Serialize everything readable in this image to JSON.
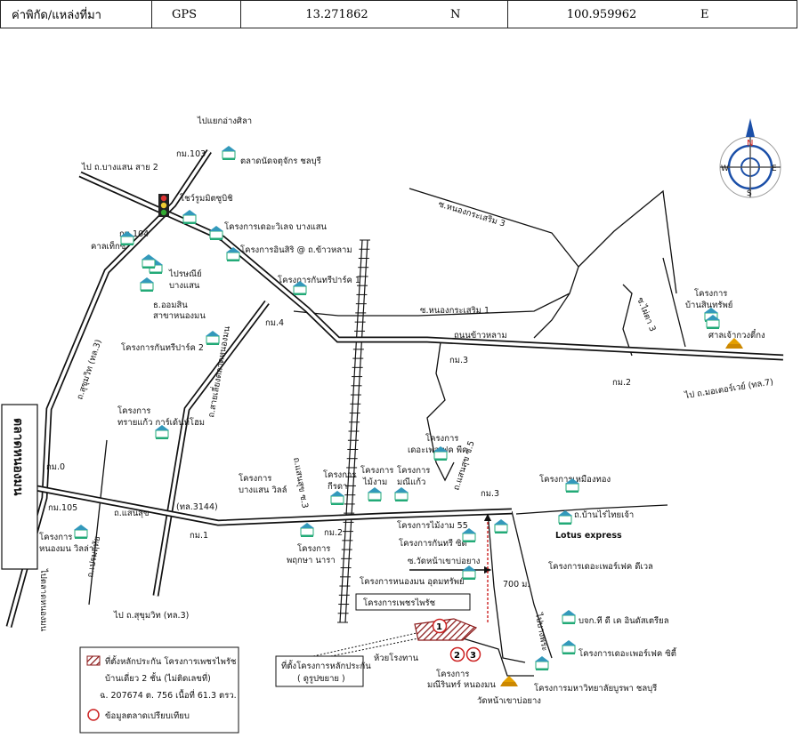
{
  "header": {
    "label": "ค่าพิกัด/แหล่งที่มา",
    "source": "GPS",
    "latitude": "13.271862",
    "lat_dir": "N",
    "longitude": "100.959962",
    "lon_dir": "E"
  },
  "compass": {
    "n": "N",
    "s": "S",
    "e": "E",
    "w": "W"
  },
  "roads": {
    "to_bang_saen_2": "ไป ถ.บางแสน สาย 2",
    "to_yaeng_ang_sila": "ไปแยกอ่างศิลา",
    "km103": "กม.103",
    "km104": "กม.104",
    "km4": "กม.4",
    "km3_top": "กม.3",
    "km2": "กม.2",
    "km0": "กม.0",
    "km105": "กม.105",
    "km1": "กม.1",
    "km2_mid": "กม.2",
    "km3_mid": "กม.3",
    "sukhumvit_3": "ถ.สุขุมวิท (ทล.3)",
    "sai_rob_nong_mon": "ถ.สายเลี่ยงตลาดหนองมน",
    "soi_nong_kra_soem_3": "ซ.หนองกระเสริม 3",
    "soi_nong_kra_soem_1": "ซ.หนองกระเสริม 1",
    "khao_lam_rd": "ถนนข้าวหลาม",
    "to_motorway": "ไป ถ.มอเตอร์เวย์ (ทล.7)",
    "soi_phai_ta_3": "ซ.ไผ่ตา 3",
    "saen_suk_rd": "ถ.แสนสุข",
    "tl3144": "(ทล.3144)",
    "prem_ruthai": "ถ.เปรมฤทัย",
    "saen_suk_3": "ถ.แสนสุข ซ.3",
    "saen_suk_5": "ถ.แสนสุข ซ.5",
    "to_sukhumvit_3": "ไป ถ.สุขุมวิท (ทล.3)",
    "to_nong_mon_market": "ไปตลาดหนองมน",
    "nong_mon_market": "ตลาดหนองมน",
    "ban_rai_rd": "ถ.บ้านไร่ไทยเจ้า",
    "soi_wat_nong_mon": "ซ.วัดหน้าเขาบ่อยาง",
    "distance": "700 ม.",
    "to_bang_phra": "ไปบางพระ"
  },
  "places": {
    "chonburi_market": "ตลาดนัดจตุจักร ชลบุรี",
    "showroom": "โชว์รูมมิตซูบิชิ",
    "the_city": "โครงการเดอะวิเลจ บางแสน",
    "caltex": "คาลเท็กซ์",
    "inn_siri": "โครงการอินสิริ @ ถ.ข้าวหลาม",
    "post_office": "ไปรษณีย์",
    "post_office2": "บางแสน",
    "krungthai": "ธ.ออมสิน",
    "krungthai2": "สาขาหนองมน",
    "kanthri_1": "โครงการกันทรีปาร์ค 1",
    "kanthri_2": "โครงการกันทรีปาร์ค 2",
    "ban_sinsap_1": "โครงการ",
    "ban_sinsap_2": "บ้านสินทรัพย์",
    "shrine": "ศาลเจ้ากวงตี๋กง",
    "sai_kaew_1": "โครงการ",
    "sai_kaew_2": "ทรายแก้ว การ์เด้นท์โฮม",
    "nong_mon_villa_1": "โครงการ",
    "nong_mon_villa_2": "หนองมน วิลล่า",
    "bang_saen_ville_1": "โครงการ",
    "bang_saen_ville_2": "บางแสน วิลล์",
    "kirada_1": "โครงการ",
    "kirada_2": "กีรดา",
    "mai_ngam_1": "โครงการ",
    "mai_ngam_2": "ไม้งาม",
    "manee_1": "โครงการ",
    "manee_2": "มณีแก้ว",
    "pruksa_1": "โครงการ",
    "pruksa_2": "พฤกษา นารา",
    "the_leaf_1": "โครงการ",
    "the_leaf_2": "เดอะเพอเฟค พีค",
    "maingam55": "โครงการไม้งาม 55",
    "kanthri_city": "โครงการกันทรี ซิตี้",
    "nongmon_udom": "โครงการหนองมน อุดมทรัพย์",
    "muang_thong_1": "โครงการเหมืองทอง",
    "lotus": "Lotus express",
    "perfect_place": "โครงการเดอะเพอร์เฟค ดีเวล",
    "bj_lab": "บจก.ที ดี เค อินดัสเตรียล",
    "perfect_city": "โครงการเดอะเพอร์เฟค ซิตี้",
    "petcharat": "โครงการเพชรไพรัช",
    "huai_rong": "ห้วยโรงทาน",
    "maneerat_1": "โครงการ",
    "maneerat_2": "มณีรินทร์ หนองมน",
    "wat": "วัดหน้าเขาบ่อยาง",
    "buu": "โครงการมหาวิทยาลัยบูรพา ชลบุรี",
    "subject_1": "ที่ตั้งโครงการหลักประกัน",
    "subject_2": "( ดูรูปขยาย )"
  },
  "markers": {
    "m1": "1",
    "m2": "2",
    "m3": "3"
  },
  "legend": {
    "line1": "ที่ตั้งหลักประกัน โครงการเพชรไพรัช",
    "line2": "บ้านเดี่ยว 2 ชั้น (ไม่ติดเลขที่)",
    "line3": "ฉ. 207674 ต. 756 เนื้อที่ 61.3 ตรว.",
    "line4": "ข้อมูลตลาดเปรียบเทียบ"
  }
}
